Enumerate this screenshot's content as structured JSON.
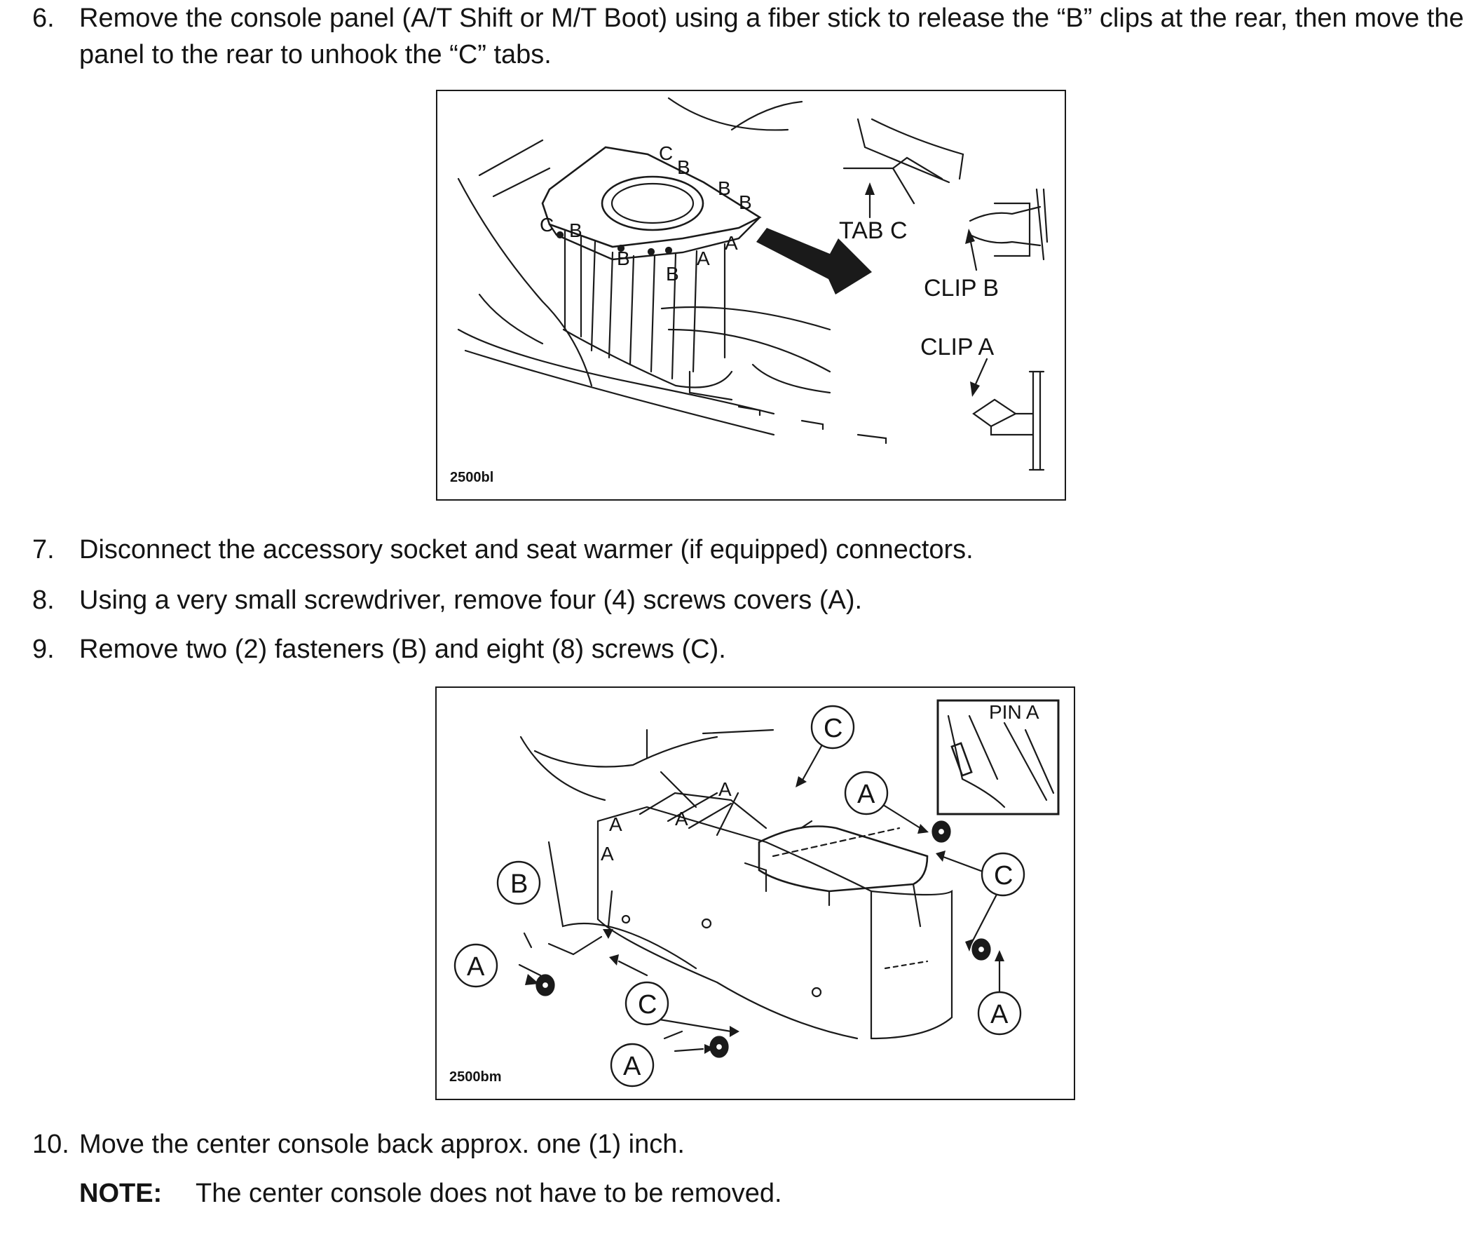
{
  "steps": [
    {
      "num": "6.",
      "text": "Remove the console panel (A/T Shift or M/T Boot) using a fiber stick to release the “B” clips at the rear, then move the panel to the rear to unhook the “C” tabs."
    },
    {
      "num": "7.",
      "text": "Disconnect the accessory socket and seat warmer (if equipped) connectors."
    },
    {
      "num": "8.",
      "text": "Using a very small screwdriver, remove four (4) screws covers (A)."
    },
    {
      "num": "9.",
      "text": "Remove two (2) fasteners (B) and eight (8) screws (C)."
    },
    {
      "num": "10.",
      "text": "Move the center console back approx. one (1) inch."
    }
  ],
  "note": {
    "label": "NOTE:",
    "text": "The center console does not have to be removed."
  },
  "figure1": {
    "code": "2500bl",
    "callouts": {
      "tab_c": "TAB C",
      "clip_b": "CLIP B",
      "clip_a": "CLIP A"
    },
    "letters": {
      "a": "A",
      "b": "B",
      "c": "C"
    }
  },
  "figure2": {
    "code": "2500bm",
    "inset_label": "PIN A",
    "letters": {
      "a": "A",
      "b": "B",
      "c": "C"
    }
  }
}
